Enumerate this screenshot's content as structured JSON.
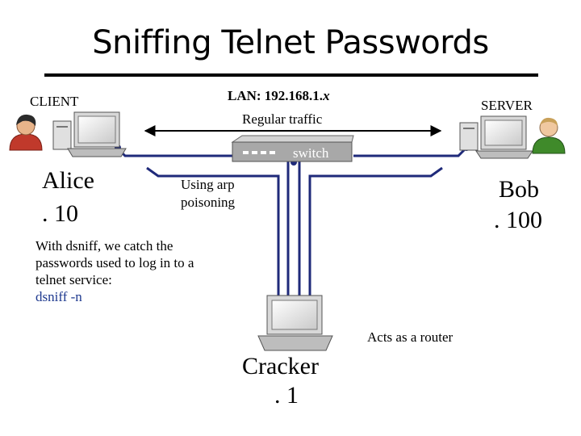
{
  "title": "Sniffing Telnet Passwords",
  "client": {
    "label": "CLIENT",
    "name": "Alice",
    "ip": ". 10"
  },
  "server": {
    "label": "SERVER",
    "name": "Bob",
    "ip": ". 100"
  },
  "lan": {
    "label": "LAN: 192.168.1.",
    "var": "x",
    "traffic": "Regular traffic"
  },
  "switch": {
    "label": "switch"
  },
  "arp": {
    "line1": "Using arp",
    "line2": "poisoning"
  },
  "note": {
    "line1": "With dsniff, we catch the",
    "line2": "passwords used to log in to a",
    "line3": "telnet service:",
    "command": "dsniff  -n"
  },
  "cracker": {
    "name": "Cracker",
    "ip": ". 1",
    "role": "Acts as a router"
  },
  "colors": {
    "network_line": "#1f2a7a",
    "switch_body": "#a8a8a8",
    "person_red": "#c0392b",
    "person_green": "#3f8a2a"
  }
}
